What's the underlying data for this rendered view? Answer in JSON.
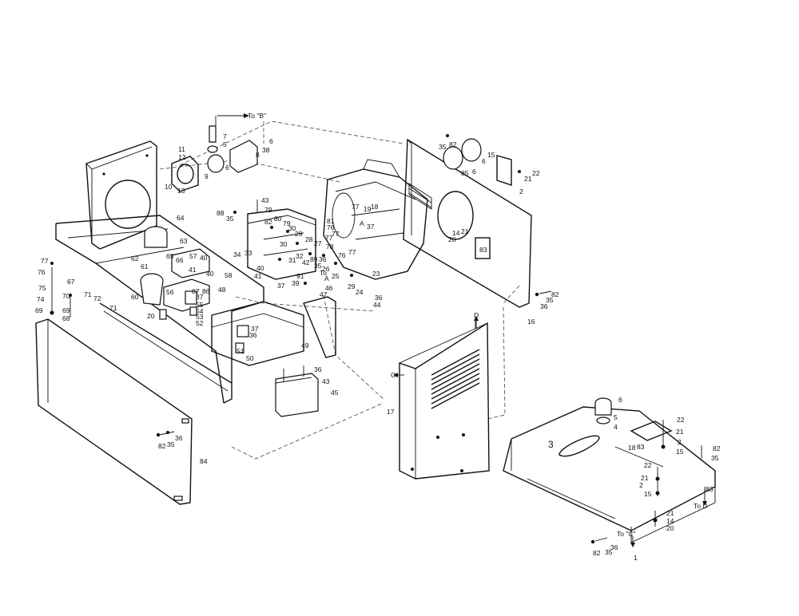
{
  "diagram": {
    "callouts": [
      {
        "id": "c1",
        "text": "To \"B\""
      },
      {
        "id": "c2",
        "text": "7"
      },
      {
        "id": "c3",
        "text": "5"
      },
      {
        "id": "c4",
        "text": "6"
      },
      {
        "id": "c5",
        "text": "38"
      },
      {
        "id": "c6",
        "text": "8"
      },
      {
        "id": "c7",
        "text": "6"
      },
      {
        "id": "c8",
        "text": "9"
      },
      {
        "id": "c9",
        "text": "11"
      },
      {
        "id": "c10",
        "text": "12"
      },
      {
        "id": "c11",
        "text": "10"
      },
      {
        "id": "c12",
        "text": "13"
      },
      {
        "id": "c13",
        "text": "43"
      },
      {
        "id": "c14",
        "text": "79"
      },
      {
        "id": "c15",
        "text": "88"
      },
      {
        "id": "c16",
        "text": "35"
      },
      {
        "id": "c17",
        "text": "80"
      },
      {
        "id": "c18",
        "text": "82"
      },
      {
        "id": "c19",
        "text": "79"
      },
      {
        "id": "c20",
        "text": "30"
      },
      {
        "id": "c21",
        "text": "29"
      },
      {
        "id": "c22",
        "text": "28"
      },
      {
        "id": "c23",
        "text": "27"
      },
      {
        "id": "c24",
        "text": "64"
      },
      {
        "id": "c25",
        "text": "63"
      },
      {
        "id": "c26",
        "text": "34"
      },
      {
        "id": "c27",
        "text": "33"
      },
      {
        "id": "c28",
        "text": "30"
      },
      {
        "id": "c29",
        "text": "31"
      },
      {
        "id": "c30",
        "text": "32"
      },
      {
        "id": "c31",
        "text": "42"
      },
      {
        "id": "c32",
        "text": "89"
      },
      {
        "id": "c33",
        "text": "36"
      },
      {
        "id": "c34",
        "text": "35"
      },
      {
        "id": "c35",
        "text": "26"
      },
      {
        "id": "c36",
        "text": "40"
      },
      {
        "id": "c37",
        "text": "41"
      },
      {
        "id": "c38",
        "text": "37"
      },
      {
        "id": "c39",
        "text": "39"
      },
      {
        "id": "c40",
        "text": "91"
      },
      {
        "id": "c41",
        "text": "To"
      },
      {
        "id": "c42",
        "text": "A"
      },
      {
        "id": "c43",
        "text": "25"
      },
      {
        "id": "c44",
        "text": "46"
      },
      {
        "id": "c45",
        "text": "47"
      },
      {
        "id": "c46",
        "text": "23"
      },
      {
        "id": "c47",
        "text": "29"
      },
      {
        "id": "c48",
        "text": "24"
      },
      {
        "id": "c49",
        "text": "36"
      },
      {
        "id": "c50",
        "text": "44"
      },
      {
        "id": "c51",
        "text": "77"
      },
      {
        "id": "c52",
        "text": "19"
      },
      {
        "id": "c53",
        "text": "18"
      },
      {
        "id": "c54",
        "text": "81"
      },
      {
        "id": "c55",
        "text": "76"
      },
      {
        "id": "c56",
        "text": "77"
      },
      {
        "id": "c57",
        "text": "A"
      },
      {
        "id": "c58",
        "text": "37"
      },
      {
        "id": "c59",
        "text": "77"
      },
      {
        "id": "c60",
        "text": "78"
      },
      {
        "id": "c61",
        "text": "76"
      },
      {
        "id": "c62",
        "text": "77"
      },
      {
        "id": "c63",
        "text": "35"
      },
      {
        "id": "c64",
        "text": "82"
      },
      {
        "id": "c65",
        "text": "85"
      },
      {
        "id": "c66",
        "text": "6"
      },
      {
        "id": "c67",
        "text": "6"
      },
      {
        "id": "c68",
        "text": "15"
      },
      {
        "id": "c69",
        "text": "22"
      },
      {
        "id": "c70",
        "text": "21"
      },
      {
        "id": "c71",
        "text": "2"
      },
      {
        "id": "c72",
        "text": "14"
      },
      {
        "id": "c73",
        "text": "21"
      },
      {
        "id": "c74",
        "text": "20"
      },
      {
        "id": "c75",
        "text": "83"
      },
      {
        "id": "c76",
        "text": "82"
      },
      {
        "id": "c77",
        "text": "35"
      },
      {
        "id": "c78",
        "text": "36"
      },
      {
        "id": "c79",
        "text": "16"
      },
      {
        "id": "c80",
        "text": "77"
      },
      {
        "id": "c81",
        "text": "76"
      },
      {
        "id": "c82",
        "text": "67"
      },
      {
        "id": "c83",
        "text": "75"
      },
      {
        "id": "c84",
        "text": "74"
      },
      {
        "id": "c85",
        "text": "69"
      },
      {
        "id": "c86",
        "text": "70"
      },
      {
        "id": "c87",
        "text": "71"
      },
      {
        "id": "c88",
        "text": "72"
      },
      {
        "id": "c89",
        "text": "71"
      },
      {
        "id": "c90",
        "text": "69"
      },
      {
        "id": "c91",
        "text": "68"
      },
      {
        "id": "c92",
        "text": "62"
      },
      {
        "id": "c93",
        "text": "61"
      },
      {
        "id": "c94",
        "text": "65"
      },
      {
        "id": "c95",
        "text": "66"
      },
      {
        "id": "c96",
        "text": "57"
      },
      {
        "id": "c97",
        "text": "40"
      },
      {
        "id": "c98",
        "text": "41"
      },
      {
        "id": "c99",
        "text": "40"
      },
      {
        "id": "c100",
        "text": "58"
      },
      {
        "id": "c101",
        "text": "60"
      },
      {
        "id": "c102",
        "text": "56"
      },
      {
        "id": "c103",
        "text": "87"
      },
      {
        "id": "c104",
        "text": "86"
      },
      {
        "id": "c105",
        "text": "48"
      },
      {
        "id": "c106",
        "text": "37"
      },
      {
        "id": "c107",
        "text": "55"
      },
      {
        "id": "c108",
        "text": "54"
      },
      {
        "id": "c109",
        "text": "53"
      },
      {
        "id": "c110",
        "text": "52"
      },
      {
        "id": "c111",
        "text": "20"
      },
      {
        "id": "c112",
        "text": "37"
      },
      {
        "id": "c113",
        "text": "36"
      },
      {
        "id": "c114",
        "text": "51"
      },
      {
        "id": "c115",
        "text": "50"
      },
      {
        "id": "c116",
        "text": "49"
      },
      {
        "id": "c117",
        "text": "36"
      },
      {
        "id": "c118",
        "text": "43"
      },
      {
        "id": "c119",
        "text": "45"
      },
      {
        "id": "c120",
        "text": "36"
      },
      {
        "id": "c121",
        "text": "35"
      },
      {
        "id": "c122",
        "text": "82"
      },
      {
        "id": "c123",
        "text": "84"
      },
      {
        "id": "c124",
        "text": "D"
      },
      {
        "id": "c125",
        "text": "C"
      },
      {
        "id": "c126",
        "text": "17"
      },
      {
        "id": "c127",
        "text": "6"
      },
      {
        "id": "c128",
        "text": "5"
      },
      {
        "id": "c129",
        "text": "4"
      },
      {
        "id": "c130",
        "text": "22"
      },
      {
        "id": "c131",
        "text": "21"
      },
      {
        "id": "c132",
        "text": "2"
      },
      {
        "id": "c133",
        "text": "15"
      },
      {
        "id": "c134",
        "text": "3"
      },
      {
        "id": "c135",
        "text": "18"
      },
      {
        "id": "c136",
        "text": "83"
      },
      {
        "id": "c137",
        "text": "82"
      },
      {
        "id": "c138",
        "text": "35"
      },
      {
        "id": "c139",
        "text": "22"
      },
      {
        "id": "c140",
        "text": "21"
      },
      {
        "id": "c141",
        "text": "2"
      },
      {
        "id": "c142",
        "text": "15"
      },
      {
        "id": "c143",
        "text": "83"
      },
      {
        "id": "c144",
        "text": "To D"
      },
      {
        "id": "c145",
        "text": "21"
      },
      {
        "id": "c146",
        "text": "14"
      },
      {
        "id": "c147",
        "text": "20"
      },
      {
        "id": "c148",
        "text": "To \"C\""
      },
      {
        "id": "c149",
        "text": "36"
      },
      {
        "id": "c150",
        "text": "82"
      },
      {
        "id": "c151",
        "text": "35"
      },
      {
        "id": "c152",
        "text": "1"
      }
    ]
  }
}
